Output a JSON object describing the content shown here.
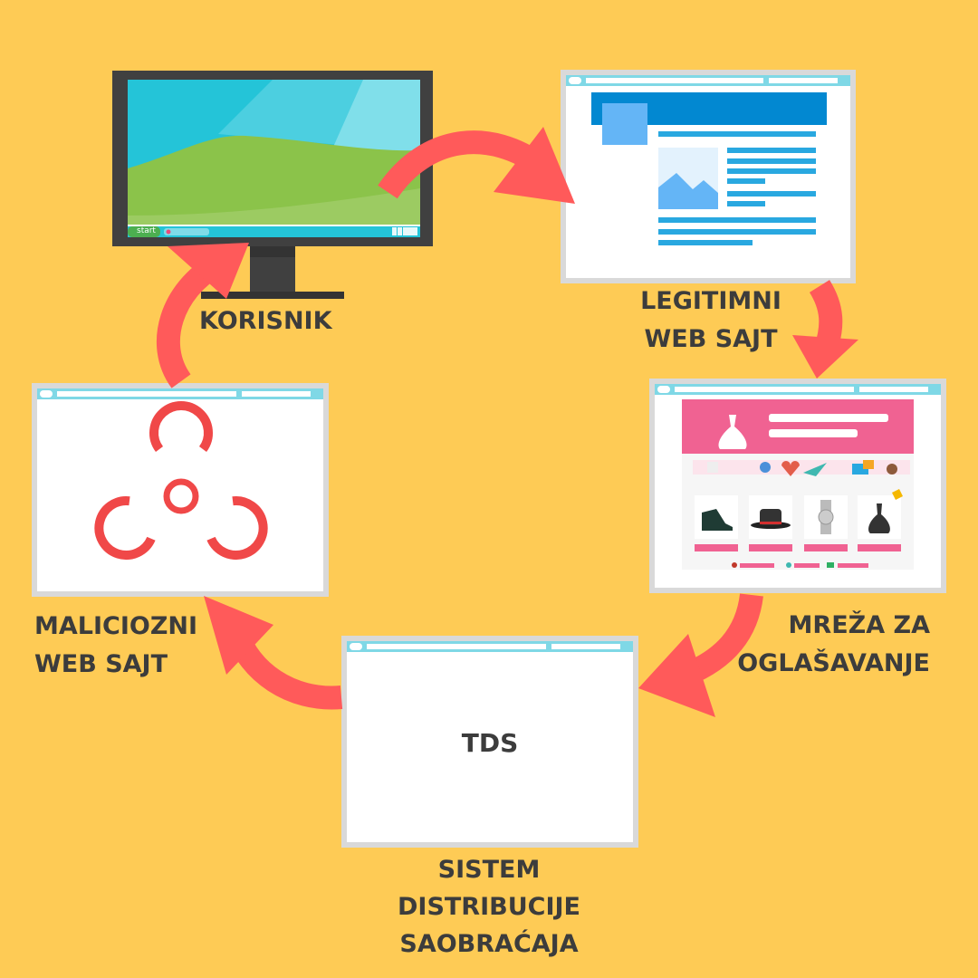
{
  "colors": {
    "background": "#FECB55",
    "arrow": "#FF5A5A",
    "text": "#3C3C3C",
    "hazard": "#F04848"
  },
  "nodes": {
    "user": {
      "label": "KORISNIK",
      "taskbar_start": "start"
    },
    "legit": {
      "label_lines": [
        "LEGITIMNI",
        "WEB SAJT"
      ]
    },
    "adnet": {
      "label_lines": [
        "MREŽA ZA",
        "OGLAŠAVANJE"
      ]
    },
    "tds": {
      "screen_text": "TDS",
      "label_lines": [
        "SISTEM",
        "DISTRIBUCIJE",
        "SAOBRAĆAJA"
      ]
    },
    "malicious": {
      "label_lines": [
        "MALICIOZNI",
        "WEB SAJT"
      ],
      "icon": "biohazard-icon"
    }
  },
  "flow": [
    "user",
    "legit",
    "adnet",
    "tds",
    "malicious",
    "user"
  ]
}
